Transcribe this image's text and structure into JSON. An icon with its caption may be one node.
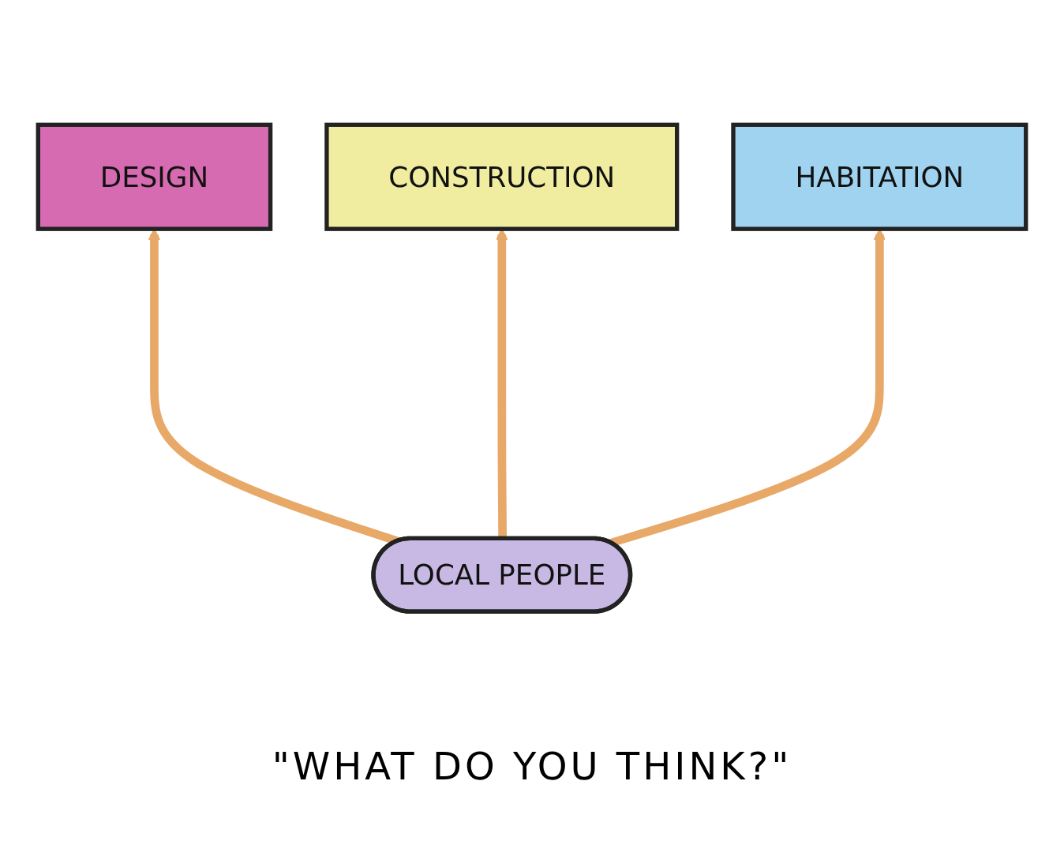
{
  "diagram": {
    "caption": "\"WHAT DO YOU THINK?\"",
    "nodes": [
      {
        "text": [
          "DESIGN"
        ]
      },
      {
        "text": [
          "CONSTRUCTION"
        ]
      },
      {
        "text": [
          "HABITATION"
        ]
      },
      {
        "text": [
          "LOCAL PEOPLE"
        ]
      }
    ],
    "edges": [
      {
        "from": 3,
        "to": 0,
        "arrow": "to"
      },
      {
        "from": 3,
        "to": 1,
        "arrow": "to"
      },
      {
        "from": 3,
        "to": 2,
        "arrow": "to"
      }
    ]
  }
}
